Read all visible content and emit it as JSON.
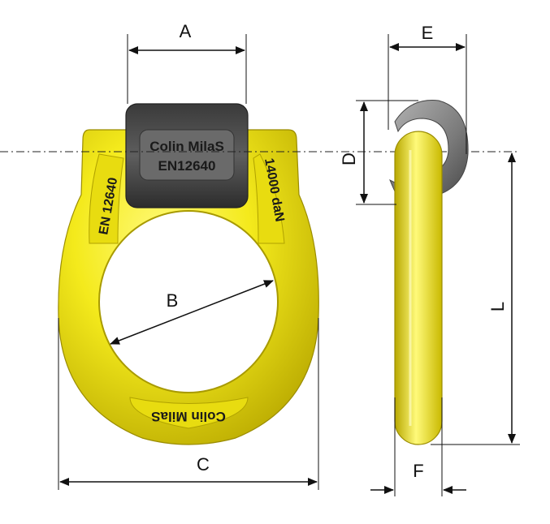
{
  "dimensions": {
    "a": "A",
    "b": "B",
    "c": "C",
    "d": "D",
    "e": "E",
    "f": "F",
    "l": "L"
  },
  "plate": {
    "line1": "Colin MilaS",
    "line2": "EN12640"
  },
  "ring_markings": {
    "left": "EN 12640",
    "right": "14000 daN",
    "bottom": "Colin MilaS"
  },
  "colors": {
    "ring": "#f4ea1c",
    "ring_shadow": "#c9b900",
    "plate": "#4a4a4a",
    "hook": "#7a7a7a",
    "lines": "#111111"
  }
}
